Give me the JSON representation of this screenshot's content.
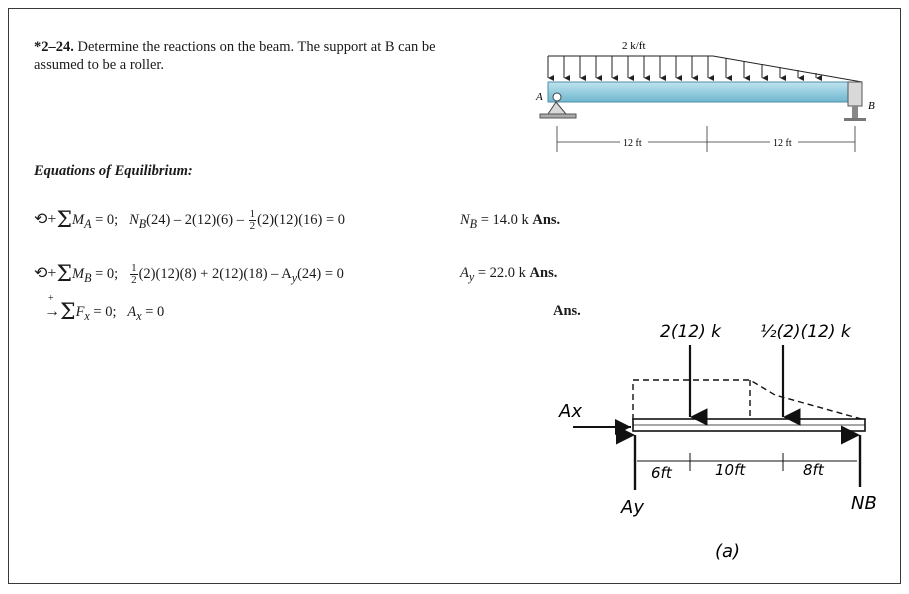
{
  "problem": {
    "number": "*2–24.",
    "text": "Determine the reactions on the beam. The support at B can be assumed to be a roller."
  },
  "heading": "Equations of Equilibrium:",
  "equations": {
    "eq1_lhs": "ΣM",
    "eq1_sub": "A",
    "eq1_rel": "= 0;",
    "eq1_body_a": "N",
    "eq1_body_a_sub": "B",
    "eq1_body_b": "(24) – 2(12)(6) –",
    "eq1_frac_num": "1",
    "eq1_frac_den": "2",
    "eq1_body_c": "(2)(12)(16)  =  0",
    "eq1_result": "N",
    "eq1_result_sub": "B",
    "eq1_result_val": "= 14.0 k",
    "eq2_lhs": "ΣM",
    "eq2_sub": "B",
    "eq2_rel": "= 0;",
    "eq2_frac_num": "1",
    "eq2_frac_den": "2",
    "eq2_body": "(2)(12)(8)  +  2(12)(18) – A",
    "eq2_body_sub": "y",
    "eq2_body_b": "(24)  =  0",
    "eq2_result": "A",
    "eq2_result_sub": "y",
    "eq2_result_val": "= 22.0 k",
    "eq3_lhs": "ΣF",
    "eq3_sub": "x",
    "eq3_rel": "= 0;",
    "eq3_body": "A",
    "eq3_body_sub": "x",
    "eq3_body_b": "= 0",
    "ans": "Ans."
  },
  "figure_top": {
    "load_label": "2 k/ft",
    "support_a": "A",
    "support_b": "B",
    "dim_left": "12 ft",
    "dim_right": "12 ft"
  },
  "figure_fbd": {
    "force_left": "2(12) k",
    "force_right": "½(2)(12) k",
    "ax": "Ax",
    "ay": "Ay",
    "nb": "NB",
    "dim1": "6ft",
    "dim2": "10ft",
    "dim3": "8ft",
    "caption": "(a)"
  }
}
